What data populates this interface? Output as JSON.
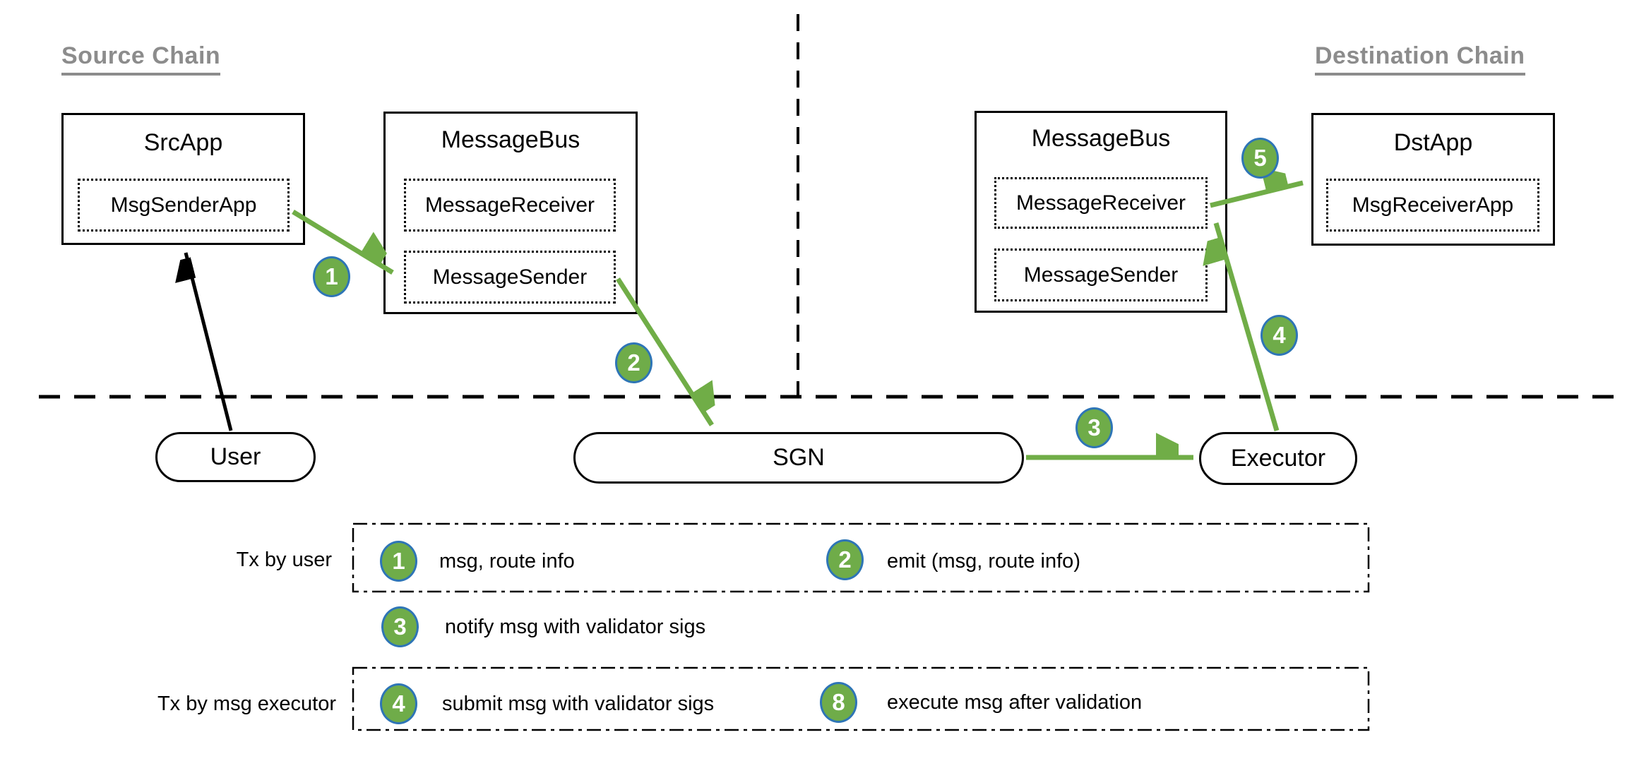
{
  "headers": {
    "source_chain": "Source Chain",
    "destination_chain": "Destination Chain"
  },
  "boxes": {
    "src_app": {
      "title": "SrcApp",
      "inner": "MsgSenderApp"
    },
    "message_bus_src": {
      "title": "MessageBus",
      "receiver": "MessageReceiver",
      "sender": "MessageSender"
    },
    "message_bus_dst": {
      "title": "MessageBus",
      "receiver": "MessageReceiver",
      "sender": "MessageSender"
    },
    "dst_app": {
      "title": "DstApp",
      "inner": "MsgReceiverApp"
    }
  },
  "nodes": {
    "user": "User",
    "sgn": "SGN",
    "executor": "Executor"
  },
  "steps": {
    "s1": "1",
    "s2": "2",
    "s3": "3",
    "s4": "4",
    "s5": "5"
  },
  "legend": {
    "row1_label": "Tx by user",
    "row2_label": "Tx by msg executor",
    "items": [
      {
        "num": "1",
        "text": "msg, route info"
      },
      {
        "num": "2",
        "text": "emit (msg, route info)"
      },
      {
        "num": "3",
        "text": "notify msg with validator sigs"
      },
      {
        "num": "4",
        "text": "submit msg with validator sigs"
      },
      {
        "num": "8",
        "text": "execute msg after validation"
      }
    ]
  },
  "colors": {
    "badge_green": "#6FAC49",
    "badge_border_blue": "#2E75B6",
    "arrow_green": "#70AD47",
    "header_gray": "#8C8C8C",
    "line_black": "#000000"
  }
}
